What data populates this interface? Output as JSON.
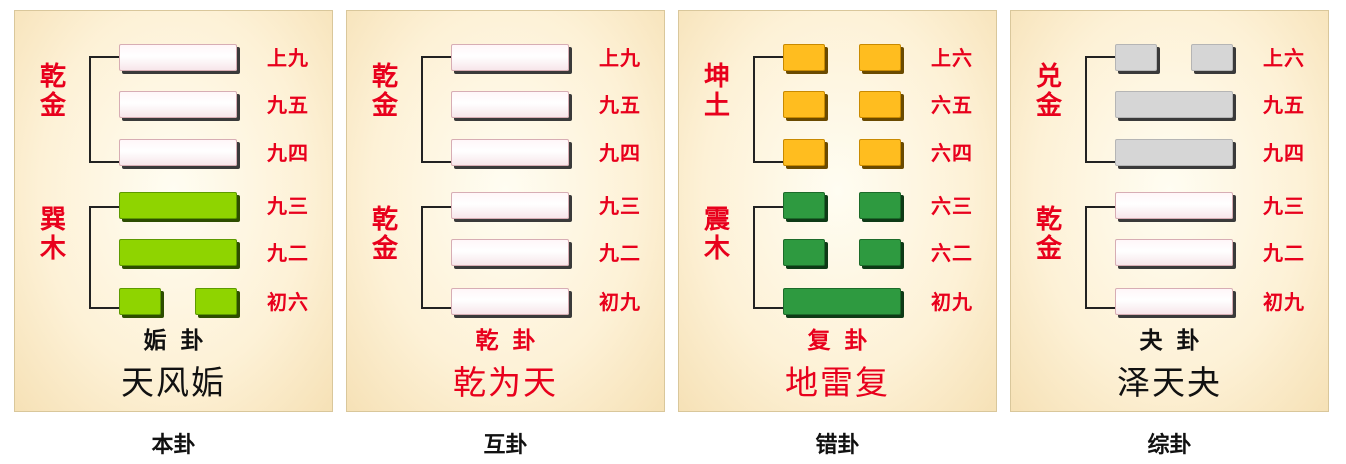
{
  "panels": [
    {
      "upper_trigram": "乾金",
      "lower_trigram": "巽木",
      "gua_name": "姤卦",
      "gua_full": "天风姤",
      "title_color": "#111111",
      "lines": [
        {
          "label": "上九",
          "type": "yang",
          "color": "white"
        },
        {
          "label": "九五",
          "type": "yang",
          "color": "white"
        },
        {
          "label": "九四",
          "type": "yang",
          "color": "white"
        },
        {
          "label": "九三",
          "type": "yang",
          "color": "green"
        },
        {
          "label": "九二",
          "type": "yang",
          "color": "green"
        },
        {
          "label": "初六",
          "type": "yin",
          "color": "green"
        }
      ],
      "caption": "本卦"
    },
    {
      "upper_trigram": "乾金",
      "lower_trigram": "乾金",
      "gua_name": "乾卦",
      "gua_full": "乾为天",
      "title_color": "#e8001c",
      "lines": [
        {
          "label": "上九",
          "type": "yang",
          "color": "white"
        },
        {
          "label": "九五",
          "type": "yang",
          "color": "white"
        },
        {
          "label": "九四",
          "type": "yang",
          "color": "white"
        },
        {
          "label": "九三",
          "type": "yang",
          "color": "white"
        },
        {
          "label": "九二",
          "type": "yang",
          "color": "white"
        },
        {
          "label": "初九",
          "type": "yang",
          "color": "white"
        }
      ],
      "caption": "互卦"
    },
    {
      "upper_trigram": "坤土",
      "lower_trigram": "震木",
      "gua_name": "复卦",
      "gua_full": "地雷复",
      "title_color": "#e8001c",
      "lines": [
        {
          "label": "上六",
          "type": "yin",
          "color": "orange"
        },
        {
          "label": "六五",
          "type": "yin",
          "color": "orange"
        },
        {
          "label": "六四",
          "type": "yin",
          "color": "orange"
        },
        {
          "label": "六三",
          "type": "yin",
          "color": "dgreen"
        },
        {
          "label": "六二",
          "type": "yin",
          "color": "dgreen"
        },
        {
          "label": "初九",
          "type": "yang",
          "color": "dgreen"
        }
      ],
      "caption": "错卦"
    },
    {
      "upper_trigram": "兑金",
      "lower_trigram": "乾金",
      "gua_name": "夬卦",
      "gua_full": "泽天夬",
      "title_color": "#111111",
      "lines": [
        {
          "label": "上六",
          "type": "yin",
          "color": "gray"
        },
        {
          "label": "九五",
          "type": "yang",
          "color": "gray"
        },
        {
          "label": "九四",
          "type": "yang",
          "color": "gray"
        },
        {
          "label": "九三",
          "type": "yang",
          "color": "white"
        },
        {
          "label": "九二",
          "type": "yang",
          "color": "white"
        },
        {
          "label": "初九",
          "type": "yang",
          "color": "white"
        }
      ],
      "caption": "综卦"
    }
  ]
}
